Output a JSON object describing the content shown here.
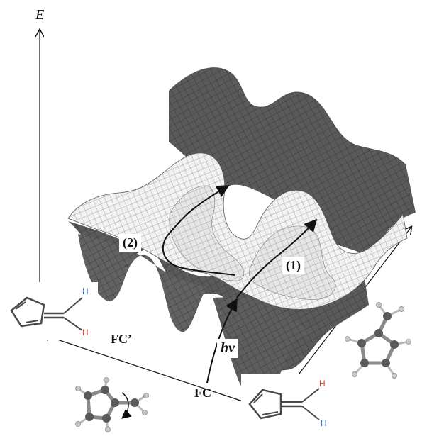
{
  "axis": {
    "energy_label": "E"
  },
  "labels": {
    "path2": "(2)",
    "path1": "(1)",
    "fc_prime": "FC’",
    "fc": "FC",
    "hv": "hν"
  },
  "atom_labels": {
    "left_h_top": "H",
    "left_h_bottom": "H",
    "bottom_h_top": "H",
    "bottom_h_bottom": "H"
  },
  "colors": {
    "upper_surface": "#5a5a5a",
    "lower_surface": "#f2f2f2",
    "mesh_dark": "#2f2f2f",
    "mesh_light": "#9a9a9a",
    "hydrogen_blue": "#3b6fd6",
    "hydrogen_red": "#e04030",
    "bond": "#4a4a4a"
  }
}
